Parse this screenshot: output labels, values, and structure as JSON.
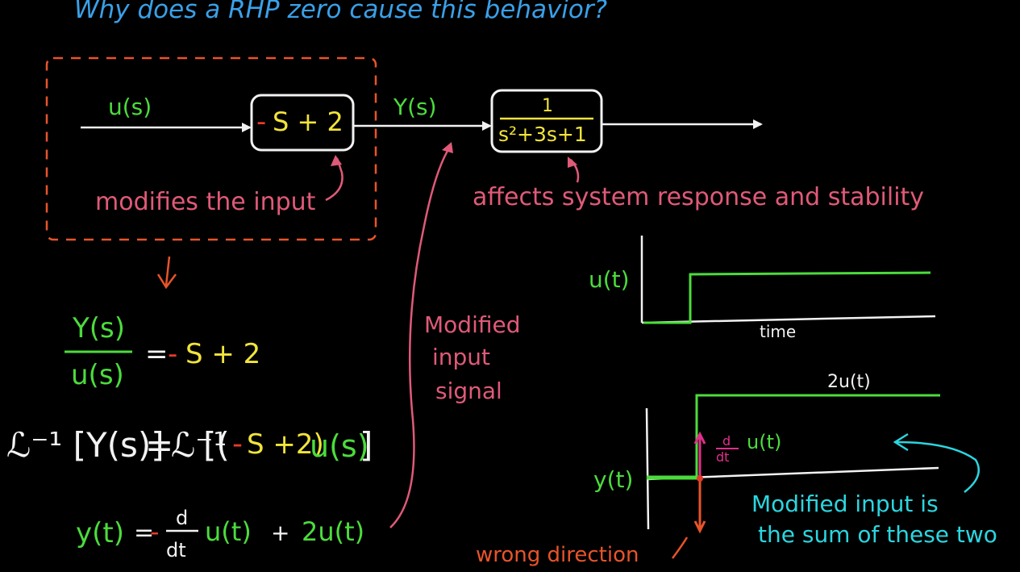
{
  "title": "Why does a RHP zero cause this behavior?",
  "colors": {
    "background": "#000000",
    "blue": "#3aa0e8",
    "green": "#4bdc3c",
    "yellow": "#f2e43a",
    "red": "#e83a2a",
    "pink": "#e05a78",
    "orange": "#e8542a",
    "cyan": "#2ad6e0",
    "white": "#f2f2f2"
  },
  "block_diagram": {
    "input_label": "u(s)",
    "zero_block": {
      "sign": "-",
      "text": "S + 2"
    },
    "output_label": "Y(s)",
    "plant_block": {
      "numerator": "1",
      "denominator": "s²+3s+1"
    },
    "zero_note": "modifies the input",
    "plant_note": "affects system response and stability"
  },
  "equations": {
    "eq1_num": "Y(s)",
    "eq1_den": "u(s)",
    "eq1_rhs_eq": "=",
    "eq1_rhs_sign": "-",
    "eq1_rhs": "S + 2",
    "eq2_lhs": "ℒ⁻¹ [Y(s)]",
    "eq2_eq": "=",
    "eq2_op": "ℒ⁻¹",
    "eq2_open": "[(",
    "eq2_sign": "-",
    "eq2_inner": "S +2)",
    "eq2_u": "u(s)",
    "eq2_close": "]",
    "eq3_lhs": "y(t)",
    "eq3_eq": "=",
    "eq3_sign": "-",
    "eq3_d_num": "d",
    "eq3_d_den": "dt",
    "eq3_term1": "u(t)",
    "eq3_plus": "+",
    "eq3_term2": "2u(t)"
  },
  "modified_note": [
    "Modified",
    "input",
    "signal"
  ],
  "plots": {
    "top_ylabel": "u(t)",
    "top_xlabel": "time",
    "bottom_ylabel": "y(t)",
    "bottom_step_label": "2u(t)",
    "derivative_label_num": "d",
    "derivative_label_den": "dt",
    "derivative_label_u": "u(t)",
    "wrong_direction": "wrong direction",
    "sum_note_line1": "Modified input is",
    "sum_note_line2": "the sum of these two"
  }
}
